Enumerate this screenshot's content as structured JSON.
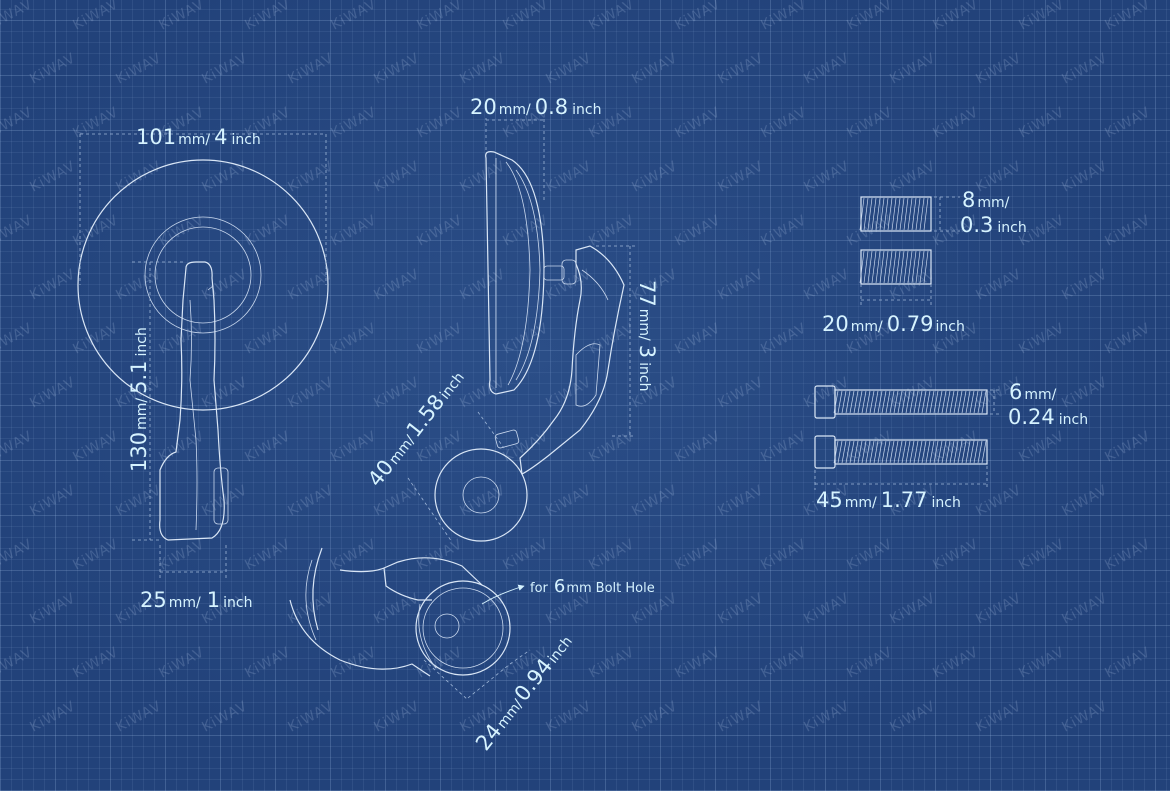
{
  "watermark": "KiWAV",
  "colors": {
    "background": "#22427a",
    "line": "#d9e6f6",
    "text": "#d6f3ff"
  },
  "dimensions": {
    "width": {
      "mm": "101",
      "mm_unit": "mm/",
      "inch": "4",
      "inch_unit": "inch"
    },
    "height": {
      "mm": "130",
      "mm_unit": "mm/",
      "inch": "5.1",
      "inch_unit": "inch"
    },
    "base": {
      "mm": "25",
      "mm_unit": "mm/",
      "inch": "1",
      "inch_unit": "inch"
    },
    "depth": {
      "mm": "20",
      "mm_unit": "mm/",
      "inch": "0.8",
      "inch_unit": "inch"
    },
    "arm": {
      "mm": "77",
      "mm_unit": "mm/",
      "inch": "3",
      "inch_unit": "inch"
    },
    "clamp": {
      "mm": "40",
      "mm_unit": "mm/",
      "inch": "1.58",
      "inch_unit": "inch"
    },
    "hole": {
      "mm": "24",
      "mm_unit": "mm/",
      "inch": "0.94",
      "inch_unit": "inch"
    },
    "set_screw_dia": {
      "mm": "8",
      "mm_unit": "mm/",
      "inch": "0.3",
      "inch_unit": "inch"
    },
    "set_screw_len": {
      "mm": "20",
      "mm_unit": "mm/",
      "inch": "0.79",
      "inch_unit": "inch"
    },
    "bolt_dia": {
      "mm": "6",
      "mm_unit": "mm/",
      "inch": "0.24",
      "inch_unit": "inch"
    },
    "bolt_len": {
      "mm": "45",
      "mm_unit": "mm/",
      "inch": "1.77",
      "inch_unit": "inch"
    }
  },
  "bolt_hole_note": {
    "prefix": "for",
    "size": "6",
    "unit": "mm",
    "suffix": "Bolt Hole"
  }
}
